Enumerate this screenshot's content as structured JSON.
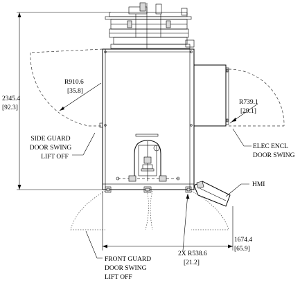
{
  "dimensions": {
    "height_mm": "2345.4",
    "height_in": "[92.3]",
    "width_mm": "1674.4",
    "width_in": "[65.9]",
    "side_radius_mm": "R910.6",
    "side_radius_in": "[35.8]",
    "elec_radius_mm": "R739.1",
    "elec_radius_in": "[29.1]",
    "front_radius_mm": "2X R538.6",
    "front_radius_in": "[21.2]"
  },
  "callouts": {
    "side_guard": [
      "SIDE GUARD",
      "DOOR SWING",
      "LIFT OFF"
    ],
    "elec_encl": [
      "ELEC ENCL",
      "DOOR SWING"
    ],
    "hmi": "HMI",
    "front_guard": [
      "FRONT GUARD",
      "DOOR SWING",
      "LIFT OFF"
    ]
  }
}
